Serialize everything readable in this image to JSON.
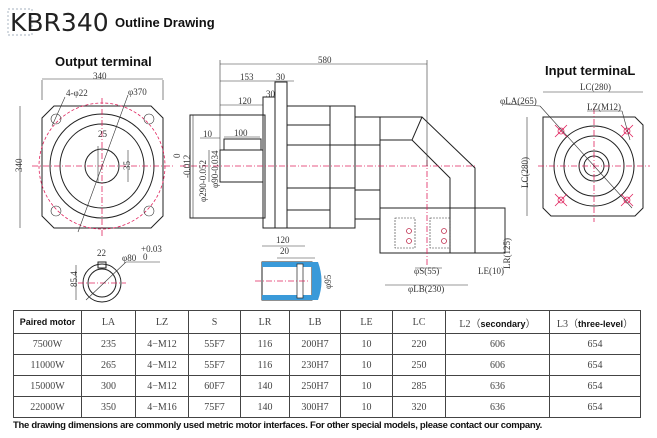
{
  "header": {
    "model": "KBR340",
    "subtitle": "Outline Drawing"
  },
  "views": {
    "output_title": "Output terminal",
    "input_title": "Input terminaL",
    "output_dims": {
      "width": "340",
      "height": "340",
      "holes": "4-φ22",
      "pcd": "φ370",
      "key": "25",
      "bore": "35"
    },
    "side_dims": {
      "total": "580",
      "d153": "153",
      "d30a": "30",
      "d30b": "30",
      "d120": "120",
      "d10": "10",
      "d100": "100",
      "flange": "φ290-0.052",
      "shaft": "φ90-0.034",
      "tol_top": "0",
      "tol_shaft": "-0.012"
    },
    "key_dims": {
      "key_width": "22",
      "shaft_dia": "φ80",
      "tol": "+0.03",
      "tol0": "0",
      "height": "85.4"
    },
    "shaft_detail": {
      "d120": "120",
      "d20": "20",
      "dia": "φ95"
    },
    "input_dims": {
      "lc_top": "LC(280)",
      "lc_side": "LC(280)",
      "la": "φLA(265)",
      "lz": "LZ(M12)",
      "lr": "LR(125)",
      "le": "LE(10)",
      "s": "φS(55)",
      "lb": "φLB(230)"
    }
  },
  "table": {
    "headers": [
      "Paired motor",
      "LA",
      "LZ",
      "S",
      "LR",
      "LB",
      "LE",
      "LC",
      "L2（",
      "secondary",
      "）",
      "L3（",
      "three-level",
      "）"
    ],
    "rows": [
      [
        "7500W",
        "235",
        "4−M12",
        "55F7",
        "116",
        "200H7",
        "10",
        "220",
        "606",
        "654"
      ],
      [
        "11000W",
        "265",
        "4−M12",
        "55F7",
        "116",
        "230H7",
        "10",
        "250",
        "606",
        "654"
      ],
      [
        "15000W",
        "300",
        "4−M12",
        "60F7",
        "140",
        "250H7",
        "10",
        "285",
        "636",
        "654"
      ],
      [
        "22000W",
        "350",
        "4−M16",
        "75F7",
        "140",
        "300H7",
        "10",
        "320",
        "636",
        "654"
      ]
    ]
  },
  "footnote": "The drawing dimensions are commonly used metric motor interfaces. For other special models, please contact our company.",
  "colors": {
    "centerline": "#e0245e",
    "section": "#3a9ad9"
  }
}
